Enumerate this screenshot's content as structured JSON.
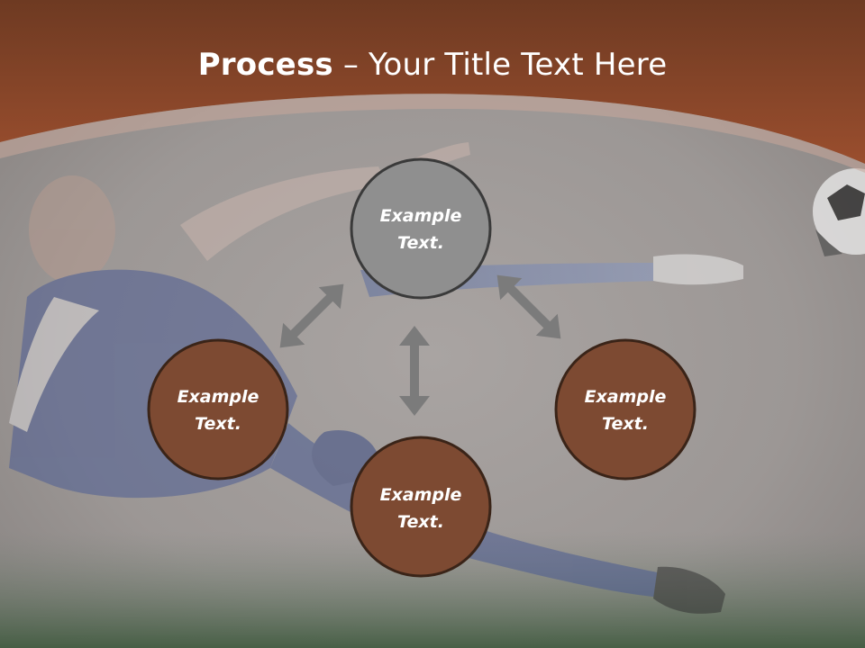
{
  "title": {
    "bold": "Process",
    "rest": " – Your Title Text Here"
  },
  "nodes": [
    {
      "line1": "Example",
      "line2": "Text."
    },
    {
      "line1": "Example",
      "line2": "Text."
    },
    {
      "line1": "Example",
      "line2": "Text."
    },
    {
      "line1": "Example",
      "line2": "Text."
    }
  ],
  "colors": {
    "banner": "#8a4028",
    "node_primary": "#7d4a32",
    "node_top": "#8f8f8f",
    "arrow": "#7b7b7b"
  }
}
